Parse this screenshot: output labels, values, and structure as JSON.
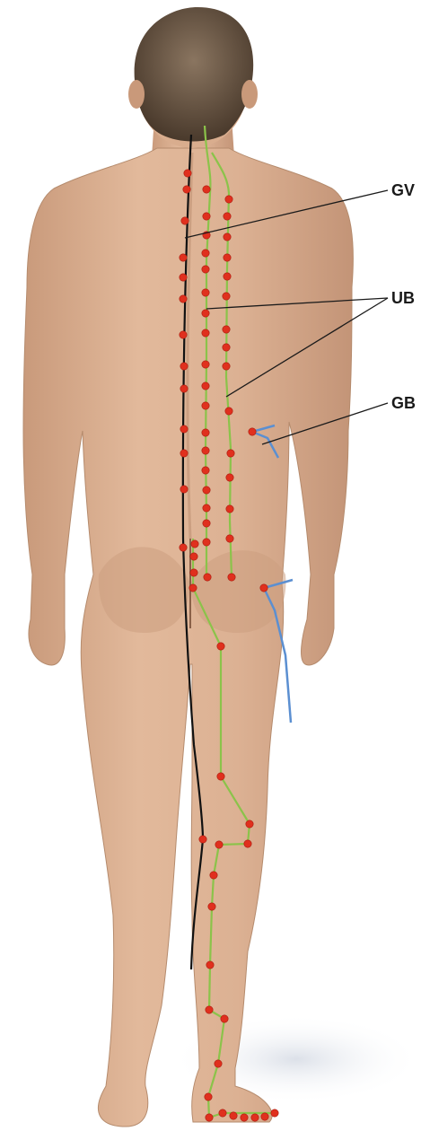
{
  "labels": {
    "gv": "GV",
    "ub": "UB",
    "gb": "GB"
  },
  "colors": {
    "skin": "#dcb193",
    "skin_shadow": "#b98a6c",
    "hair": "#5b4a3a",
    "gv_line": "#111111",
    "ub_line": "#8bc34a",
    "gb_line": "#5b8fd1",
    "point": "#e0301e",
    "leader": "#1a1a1a"
  }
}
